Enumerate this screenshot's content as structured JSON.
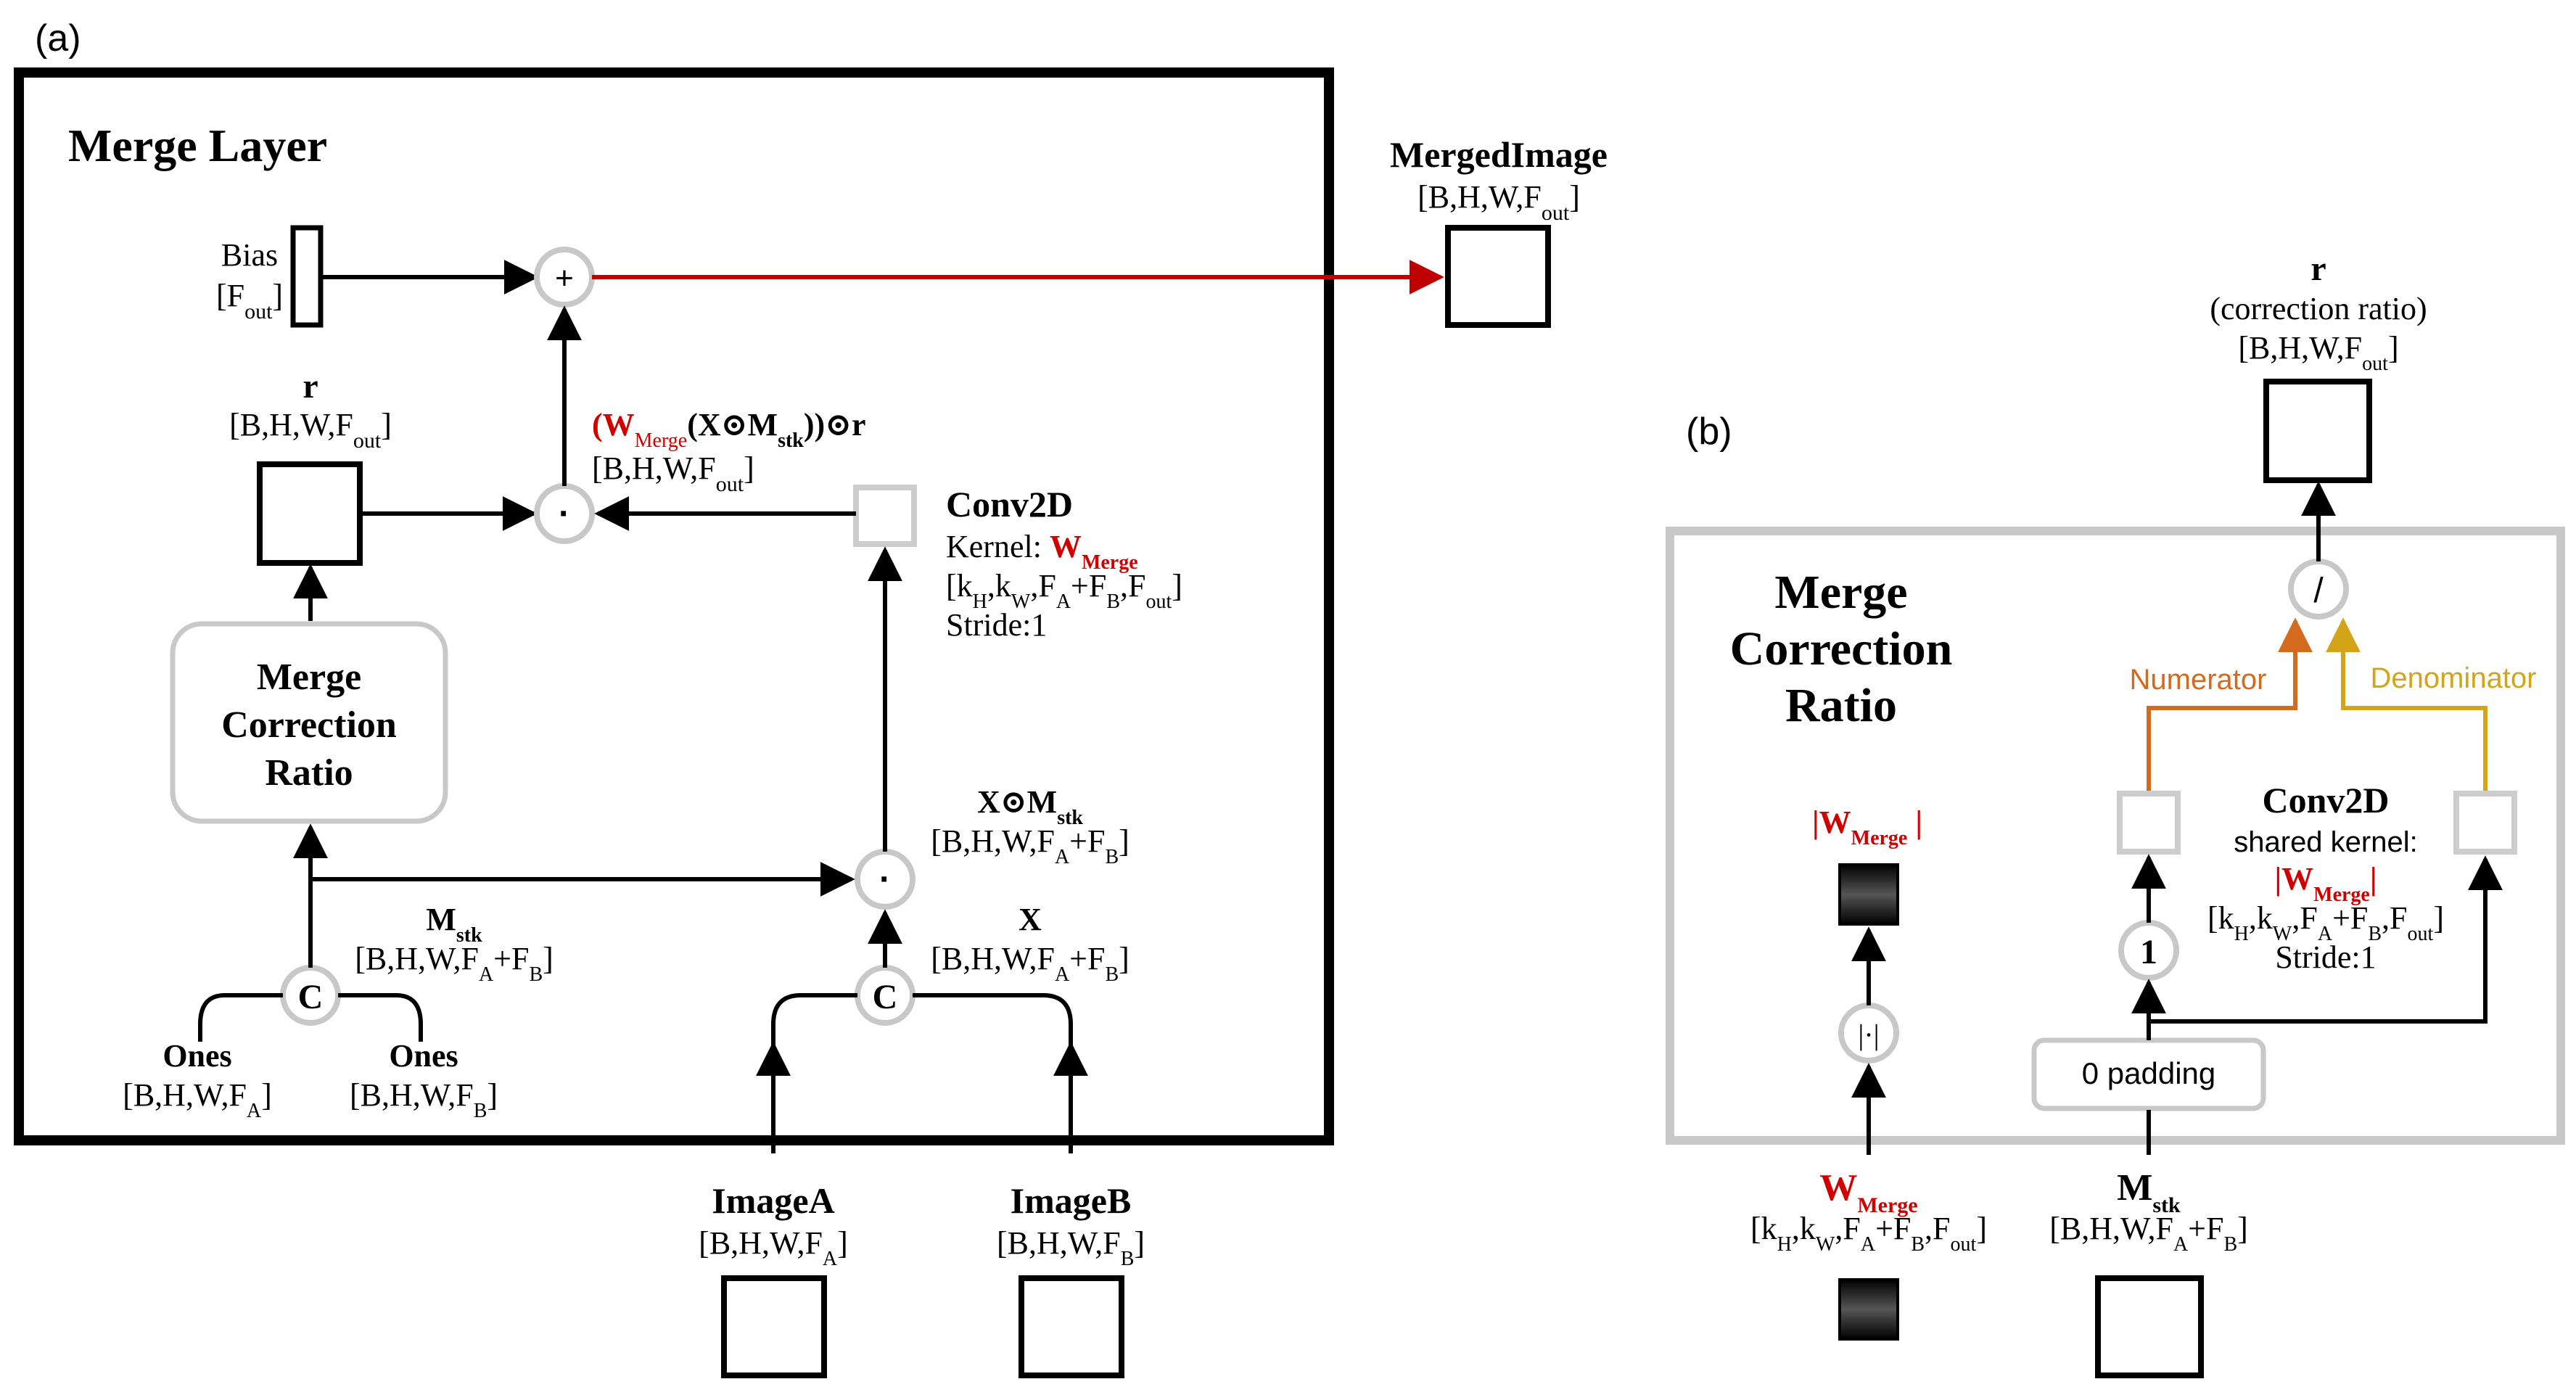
{
  "panel_a": {
    "panel_label": "(a)",
    "title": "Merge Layer",
    "merged_image": {
      "name": "MergedImage",
      "shape": "[B,H,W,F",
      "shape_sub": "out",
      "shape_end": "]"
    },
    "bias": {
      "name": "Bias",
      "shape": "[F",
      "shape_sub": "out",
      "shape_end": "]"
    },
    "r": {
      "name": "r",
      "shape": "[B,H,W,F",
      "shape_sub": "out",
      "shape_end": "]"
    },
    "product_label": {
      "open": "(",
      "w": "W",
      "w_sub": "Merge",
      "mid": "(X⊙M",
      "m_sub": "stk",
      "close": "))⊙r"
    },
    "product_shape": {
      "shape": "[B,H,W,F",
      "shape_sub": "out",
      "shape_end": "]"
    },
    "conv": {
      "name": "Conv2D",
      "kernel_prefix": "Kernel: ",
      "kernel_w": "W",
      "kernel_sub": "Merge",
      "shape": "[k",
      "shape_h": "H",
      "shape_k": ",k",
      "shape_w": "W",
      "shape_fa": ",F",
      "shape_a": "A",
      "shape_plus": "+F",
      "shape_b": "B",
      "shape_f": ",F",
      "shape_out": "out",
      "shape_end": "]",
      "stride": "Stride:1"
    },
    "mcr_box": {
      "line1": "Merge",
      "line2": "Correction",
      "line3": "Ratio"
    },
    "xm": {
      "name": "X⊙M",
      "sub": "stk",
      "shape": "[B,H,W,F",
      "a": "A",
      "plus": "+F",
      "b": "B",
      "end": "]"
    },
    "mstk": {
      "name": "M",
      "sub": "stk",
      "shape": "[B,H,W,F",
      "a": "A",
      "plus": "+F",
      "b": "B",
      "end": "]"
    },
    "x": {
      "name": "X",
      "shape": "[B,H,W,F",
      "a": "A",
      "plus": "+F",
      "b": "B",
      "end": "]"
    },
    "ones_a": {
      "name": "Ones",
      "shape": "[B,H,W,F",
      "sub": "A",
      "end": "]"
    },
    "ones_b": {
      "name": "Ones",
      "shape": "[B,H,W,F",
      "sub": "B",
      "end": "]"
    },
    "image_a": {
      "name": "ImageA",
      "shape": "[B,H,W,F",
      "sub": "A",
      "end": "]"
    },
    "image_b": {
      "name": "ImageB",
      "shape": "[B,H,W,F",
      "sub": "B",
      "end": "]"
    },
    "ops": {
      "plus": "+",
      "dot": "·",
      "concat": "C"
    }
  },
  "panel_b": {
    "panel_label": "(b)",
    "title": {
      "line1": "Merge",
      "line2": "Correction",
      "line3": "Ratio"
    },
    "r": {
      "name": "r",
      "desc": "(correction ratio)",
      "shape": "[B,H,W,F",
      "sub": "out",
      "end": "]"
    },
    "divide_op": "/",
    "numerator": "Numerator",
    "denominator": "Denominator",
    "abs_w": {
      "open": "|W",
      "sub": "Merge",
      "close": " |"
    },
    "abs_op": "|·|",
    "one_op": "1",
    "conv": {
      "name": "Conv2D",
      "desc": "shared kernel:",
      "kernel_open": "|W",
      "kernel_sub": "Merge",
      "kernel_close": "|",
      "shape": "[k",
      "shape_h": "H",
      "shape_k": ",k",
      "shape_w": "W",
      "shape_fa": ",F",
      "shape_a": "A",
      "shape_plus": "+F",
      "shape_b": "B",
      "shape_f": ",F",
      "shape_out": "out",
      "shape_end": "]",
      "stride": "Stride:1"
    },
    "padding": "0 padding",
    "w_input": {
      "name": "W",
      "sub": "Merge",
      "shape": "[k",
      "h": "H",
      "k": ",k",
      "w": "W",
      "fa": ",F",
      "a": "A",
      "plus": "+F",
      "b": "B",
      "f": ",F",
      "out": "out",
      "end": "]"
    },
    "mstk_input": {
      "name": "M",
      "sub": "stk",
      "shape": "[B,H,W,F",
      "a": "A",
      "plus": "+F",
      "b": "B",
      "end": "]"
    }
  },
  "colors": {
    "red": "#d00000",
    "numerator": "#d46a1e",
    "denominator": "#d4a418",
    "op_gray": "#c8c8c8",
    "box_gray": "#cccccc"
  }
}
